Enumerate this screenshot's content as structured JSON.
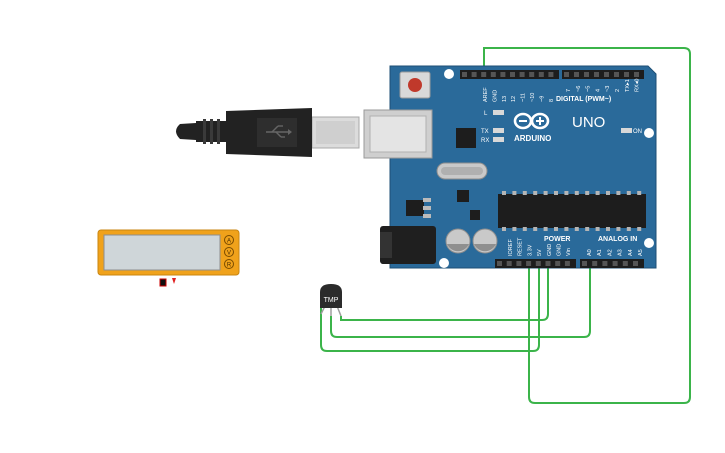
{
  "board": {
    "brand": "ARDUINO",
    "model": "UNO",
    "digital_header": "DIGITAL (PWM~)",
    "power_header": "POWER",
    "analog_header": "ANALOG IN",
    "on_label": "ON",
    "led_l": "L",
    "led_tx": "TX",
    "led_rx": "RX",
    "digital_pins": [
      "AREF",
      "GND",
      "13",
      "12",
      "~11",
      "~10",
      "~9",
      "8",
      "7",
      "~6",
      "~5",
      "4",
      "~3",
      "2",
      "TX▸1",
      "RX◂0"
    ],
    "power_pins": [
      "IOREF",
      "RESET",
      "3.3V",
      "5V",
      "GND",
      "GND",
      "Vin"
    ],
    "analog_pins": [
      "A0",
      "A1",
      "A2",
      "A3",
      "A4",
      "A5"
    ]
  },
  "sensor": {
    "label": "TMP"
  },
  "multimeter": {
    "modes": [
      "A",
      "V",
      "R"
    ]
  },
  "colors": {
    "board": "#2a6a9a",
    "wire": "#3bb44a",
    "meter": "#f0a21b",
    "usb": "#222222"
  }
}
